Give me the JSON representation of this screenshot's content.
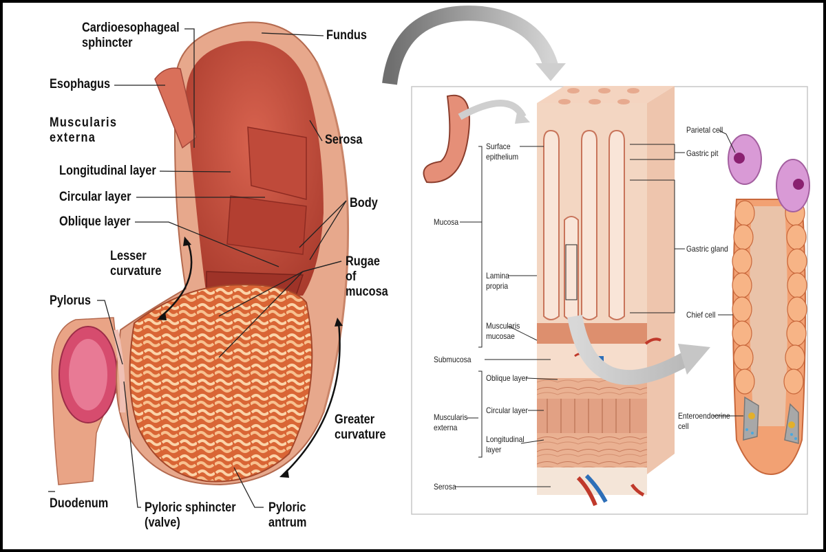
{
  "left_labels": {
    "cardio": "Cardioesophageal\nsphincter",
    "fundus": "Fundus",
    "esophagus": "Esophagus",
    "muscularis": "Muscularis\nexterna",
    "longitudinal": "Longitudinal layer",
    "circular": "Circular layer",
    "oblique": "Oblique layer",
    "serosa": "Serosa",
    "body": "Body",
    "lesser": "Lesser\ncurvature",
    "rugae": "Rugae\nof\nmucosa",
    "pylorus": "Pylorus",
    "greater": "Greater\ncurvature",
    "duodenum": "Duodenum",
    "pyloric_sphincter": "Pyloric sphincter\n(valve)",
    "pyloric_antrum": "Pyloric\nantrum"
  },
  "right_labels": {
    "surface_epithelium": "Surface\nepithelium",
    "mucosa": "Mucosa",
    "lamina_propria": "Lamina\npropria",
    "muscularis_mucosae": "Muscularis\nmucosae",
    "submucosa": "Submucosa",
    "oblique": "Oblique layer",
    "circular": "Circular layer",
    "longitudinal": "Longitudinal\nlayer",
    "muscularis_externa": "Muscularis\nexterna",
    "serosa": "Serosa",
    "parietal_cell": "Parietal cell",
    "gastric_pit": "Gastric pit",
    "gastric_gland": "Gastric gland",
    "chief_cell": "Chief cell",
    "enteroendocrine": "Enteroendocrine\ncell"
  }
}
